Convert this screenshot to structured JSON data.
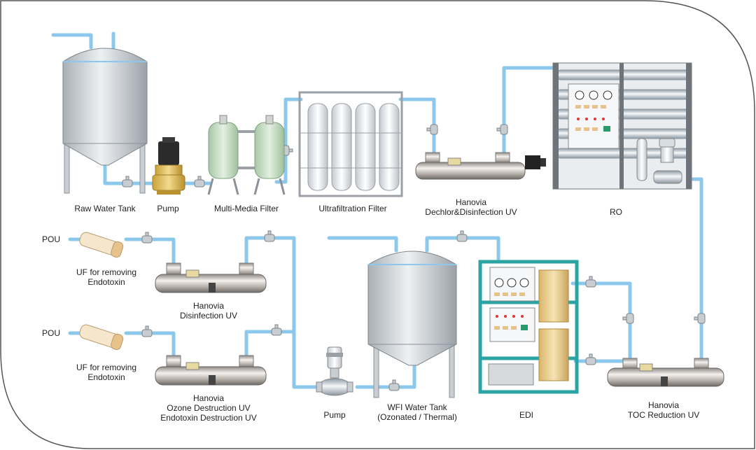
{
  "labels": {
    "raw_water_tank": "Raw Water Tank",
    "pump_1": "Pump",
    "multi_media_filter": "Multi-Media Filter",
    "ultrafiltration_filter": "Ultrafiltration Filter",
    "dechlor_uv_line1": "Hanovia",
    "dechlor_uv_line2": "Dechlor&Disinfection UV",
    "ro": "RO",
    "pou_1": "POU",
    "pou_2": "POU",
    "uf_endotoxin_1_line1": "UF for removing",
    "uf_endotoxin_1_line2": "Endotoxin",
    "uf_endotoxin_2_line1": "UF for removing",
    "uf_endotoxin_2_line2": "Endotoxin",
    "disinfection_uv_line1": "Hanovia",
    "disinfection_uv_line2": "Disinfection UV",
    "ozone_uv_line1": "Hanovia",
    "ozone_uv_line2": "Ozone Destruction UV",
    "ozone_uv_line3": "Endotoxin Destruction UV",
    "pump_2": "Pump",
    "wfi_tank_line1": "WFI Water Tank",
    "wfi_tank_line2": "(Ozonated / Thermal)",
    "edi": "EDI",
    "toc_uv_line1": "Hanovia",
    "toc_uv_line2": "TOC Reduction UV"
  },
  "colors": {
    "pipe": "#8cc8ec",
    "tank": "#c9ced3",
    "frame": "#2aa3a3"
  }
}
